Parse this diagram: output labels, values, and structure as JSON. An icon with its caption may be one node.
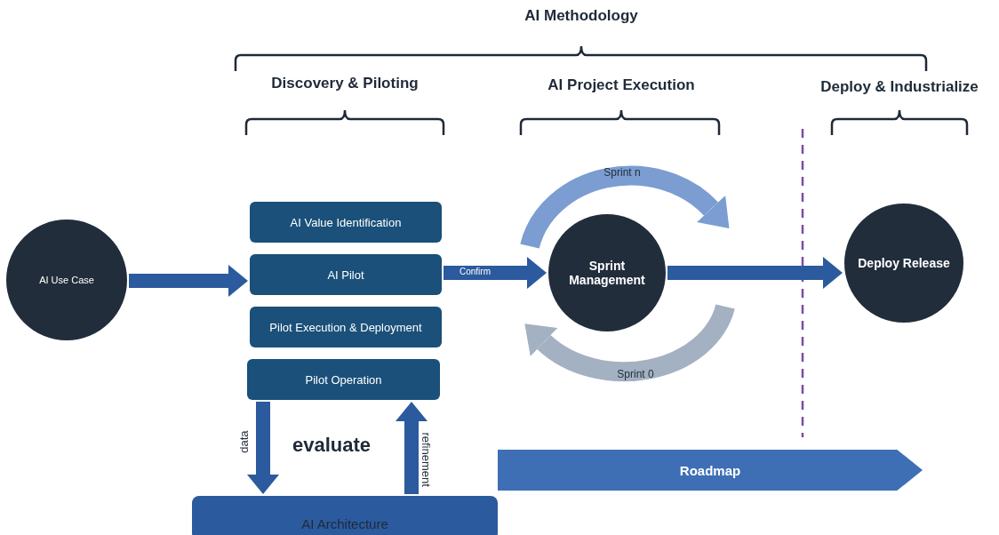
{
  "diagram": {
    "title": "AI Methodology",
    "nodes": [
      {
        "text": [
          "AI Use Case"
        ]
      },
      {
        "text": [
          "AI Value Identification"
        ]
      },
      {
        "text": [
          "AI Pilot"
        ]
      },
      {
        "text": [
          "Pilot Execution & Deployment"
        ]
      },
      {
        "text": [
          "Pilot Operation"
        ]
      },
      {
        "text": [
          "Sprint Management"
        ]
      },
      {
        "text": [
          "Deploy Release"
        ]
      },
      {
        "text": [
          "AI Architecture"
        ]
      },
      {
        "text": [
          "Roadmap"
        ]
      }
    ],
    "edges": [
      {
        "from": 0,
        "to": 2,
        "arrow": "to"
      },
      {
        "from": 2,
        "to": 5,
        "arrow": "to",
        "label": "Confirm"
      },
      {
        "from": 5,
        "to": 6,
        "arrow": "to"
      },
      {
        "from": 4,
        "to": 7,
        "arrow": "to",
        "label": "data"
      },
      {
        "from": 7,
        "to": 4,
        "arrow": "to",
        "label": "refinement"
      }
    ],
    "labels": [
      "Discovery & Piloting",
      "AI Project Execution",
      "Deploy & Industrialize",
      "Sprint n",
      "Sprint 0",
      "evaluate"
    ]
  }
}
